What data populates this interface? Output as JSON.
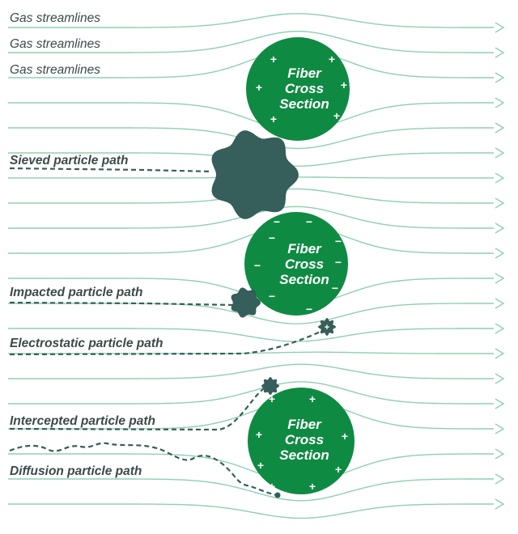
{
  "streamline_labels": [
    "Gas streamlines",
    "Gas streamlines",
    "Gas streamlines"
  ],
  "path_labels": {
    "sieved": "Sieved particle path",
    "impacted": "Impacted particle path",
    "electrostatic": "Electrostatic particle path",
    "intercepted": "Intercepted particle path",
    "diffusion": "Diffusion particle path"
  },
  "fibers": [
    {
      "lines": [
        "Fiber",
        "Cross",
        "Section"
      ],
      "charge": "+"
    },
    {
      "lines": [
        "Fiber",
        "Cross",
        "Section"
      ],
      "charge": "−"
    },
    {
      "lines": [
        "Fiber",
        "Cross",
        "Section"
      ],
      "charge": "+"
    }
  ],
  "colors": {
    "fiber": "#0f8a43",
    "streamline": "#8fcfb2",
    "particle": "#365e5a",
    "label": "#3b4a48"
  }
}
